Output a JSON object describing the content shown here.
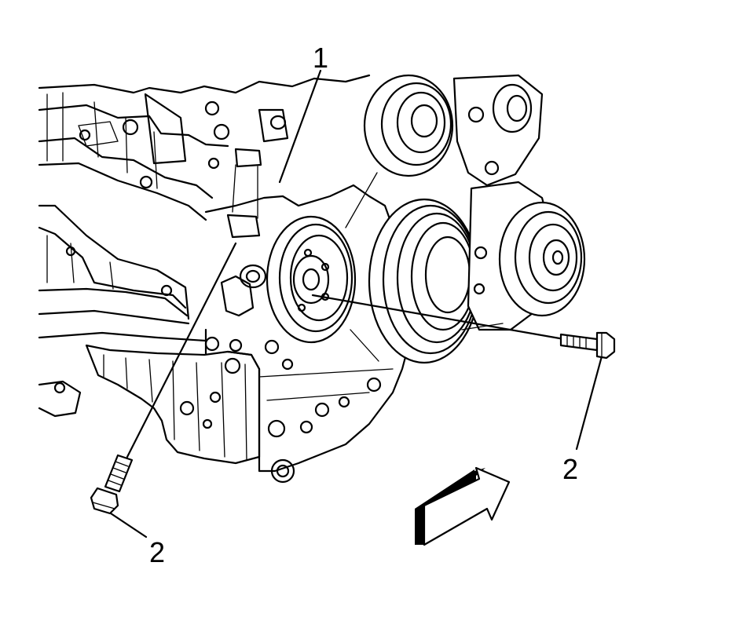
{
  "diagram": {
    "callouts": [
      {
        "id": "1",
        "label": "1"
      },
      {
        "id": "2-left",
        "label": "2"
      },
      {
        "id": "2-right",
        "label": "2"
      }
    ]
  },
  "colors": {
    "ink": "#000000",
    "background": "#ffffff"
  }
}
